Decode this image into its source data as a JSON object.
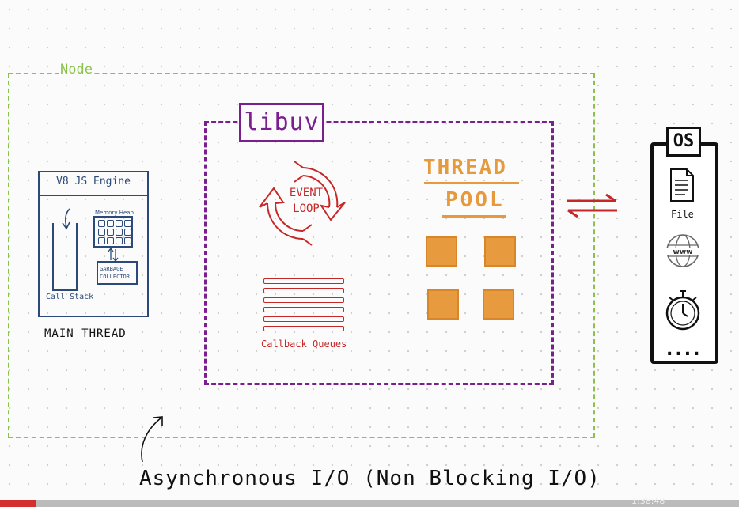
{
  "node": {
    "label": "Node"
  },
  "libuv": {
    "label": "libuv"
  },
  "v8": {
    "title": "V8  JS  Engine",
    "memory_heap_label": "Memory Heap",
    "gc_label": "GARBAGE COLLECTOR",
    "call_stack_label": "Call Stack",
    "main_thread_label": "MAIN  THREAD"
  },
  "event_loop": {
    "line1": "EVENT",
    "line2": "LOOP"
  },
  "callback_queues": {
    "label": "Callback  Queues",
    "queue_count": 6
  },
  "thread_pool": {
    "line1": "THREAD",
    "line2": "POOL",
    "worker_count": 4
  },
  "os": {
    "label": "OS",
    "items": [
      {
        "icon": "file-icon",
        "label": "File"
      },
      {
        "icon": "globe-www-icon",
        "label": ""
      },
      {
        "icon": "timer-icon",
        "label": ""
      }
    ],
    "more": "...."
  },
  "caption": "Asynchronous  I/O  (Non Blocking I/O)",
  "video": {
    "time": "1:38:48"
  },
  "colors": {
    "node": "#8bc34a",
    "libuv": "#7b1f8f",
    "v8": "#2b4a7a",
    "event_loop": "#c62828",
    "thread_pool": "#e69a3c",
    "os": "#111111"
  }
}
